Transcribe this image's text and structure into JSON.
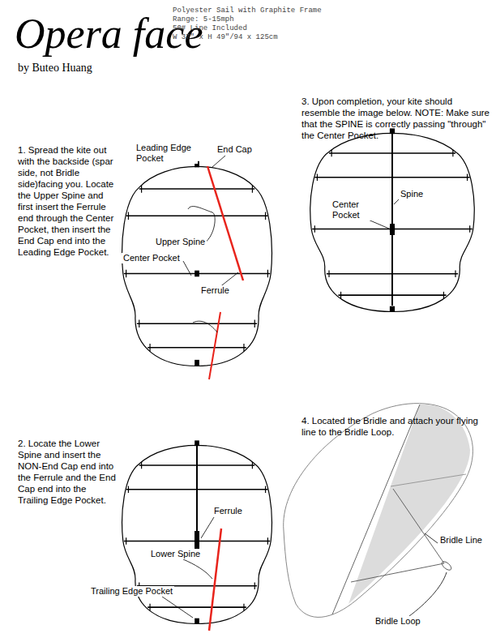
{
  "diagram": {
    "title": "Opera face",
    "labels": [
      "by Buteo Huang",
      "Polyester Sail with Graphite Frame",
      "Range: 5-15mph",
      "50# Line Included",
      "W 37\" x H 49\"/94 x 125cm",
      "1. Spread the kite out with the backside (spar side, not Bridle side)facing you. Locate the Upper Spine and first insert the Ferrule end through the Center Pocket, then insert the End Cap end into the Leading Edge Pocket.",
      "Leading Edge Pocket",
      "End Cap",
      "Upper Spine",
      "Center Pocket",
      "Ferrule",
      "3. Upon completion, your kite should resemble the image below. NOTE: Make sure that the SPINE is correctly passing \"through\" the Center Pocket.",
      "Spine",
      "Center Pocket",
      "2. Locate the Lower Spine and insert the NON-End Cap end into the Ferrule and the End Cap end into the Trailing Edge Pocket.",
      "Ferrule",
      "Lower Spine",
      "Trailing Edge Pocket",
      "4. Located the Bridle and attach your flying line to the Bridle Loop.",
      "Bridle Line",
      "Bridle Loop"
    ]
  }
}
